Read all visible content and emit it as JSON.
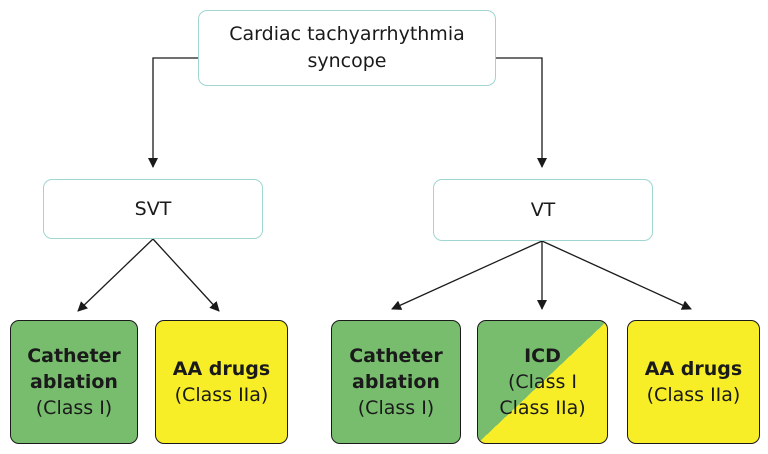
{
  "colors": {
    "green": "#78bd6e",
    "yellow": "#f7ee27",
    "outline_border": "#9fd6d2",
    "arrow": "#1a1a1a"
  },
  "nodes": {
    "root": {
      "line1": "Cardiac tachyarrhythmia",
      "line2": "syncope"
    },
    "svt": {
      "label": "SVT"
    },
    "vt": {
      "label": "VT"
    },
    "svt_ablation": {
      "title_line1": "Catheter",
      "title_line2": "ablation",
      "class": "(Class I)"
    },
    "svt_drugs": {
      "title": "AA drugs",
      "class": "(Class IIa)"
    },
    "vt_ablation": {
      "title_line1": "Catheter",
      "title_line2": "ablation",
      "class": "(Class I)"
    },
    "vt_icd": {
      "title": "ICD",
      "class_line1": "(Class I",
      "class_line2": "Class IIa)"
    },
    "vt_drugs": {
      "title": "AA drugs",
      "class": "(Class IIa)"
    }
  }
}
